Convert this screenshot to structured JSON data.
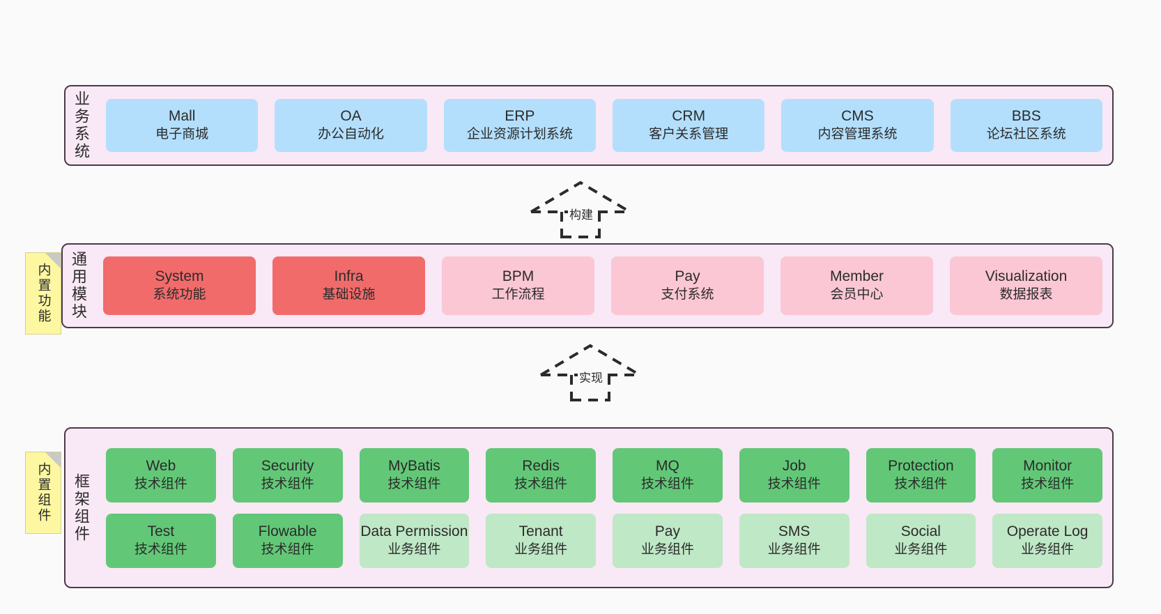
{
  "diagram": {
    "background": "#fafafa",
    "colors": {
      "layer_bg": "#f9e8f5",
      "layer_border": "#4a3a46",
      "business_box": "#b3dffc",
      "module_active": "#f26b6b",
      "module_plain": "#fbc7d4",
      "tech_component": "#62c877",
      "biz_component": "#bfe8c6",
      "note_bg": "#fcf7a0",
      "note_fold": "#c9c9c9"
    }
  },
  "layers": {
    "business": {
      "title": "业务系统",
      "items": [
        {
          "en": "Mall",
          "cn": "电子商城"
        },
        {
          "en": "OA",
          "cn": "办公自动化"
        },
        {
          "en": "ERP",
          "cn": "企业资源计划系统"
        },
        {
          "en": "CRM",
          "cn": "客户关系管理"
        },
        {
          "en": "CMS",
          "cn": "内容管理系统"
        },
        {
          "en": "BBS",
          "cn": "论坛社区系统"
        }
      ]
    },
    "common": {
      "title": "通用模块",
      "note": "内置功能",
      "items": [
        {
          "en": "System",
          "cn": "系统功能",
          "variant": "c-red"
        },
        {
          "en": "Infra",
          "cn": "基础设施",
          "variant": "c-red"
        },
        {
          "en": "BPM",
          "cn": "工作流程",
          "variant": "c-pink"
        },
        {
          "en": "Pay",
          "cn": "支付系统",
          "variant": "c-pink"
        },
        {
          "en": "Member",
          "cn": "会员中心",
          "variant": "c-pink"
        },
        {
          "en": "Visualization",
          "cn": "数据报表",
          "variant": "c-pink"
        }
      ]
    },
    "framework": {
      "title": "框架组件",
      "note": "内置组件",
      "row1": [
        {
          "en": "Web",
          "cn": "技术组件",
          "variant": "c-green"
        },
        {
          "en": "Security",
          "cn": "技术组件",
          "variant": "c-green"
        },
        {
          "en": "MyBatis",
          "cn": "技术组件",
          "variant": "c-green"
        },
        {
          "en": "Redis",
          "cn": "技术组件",
          "variant": "c-green"
        },
        {
          "en": "MQ",
          "cn": "技术组件",
          "variant": "c-green"
        },
        {
          "en": "Job",
          "cn": "技术组件",
          "variant": "c-green"
        },
        {
          "en": "Protection",
          "cn": "技术组件",
          "variant": "c-green"
        },
        {
          "en": "Monitor",
          "cn": "技术组件",
          "variant": "c-green"
        }
      ],
      "row2": [
        {
          "en": "Test",
          "cn": "技术组件",
          "variant": "c-green"
        },
        {
          "en": "Flowable",
          "cn": "技术组件",
          "variant": "c-green"
        },
        {
          "en": "Data Permission",
          "cn": "业务组件",
          "variant": "c-lightgrn"
        },
        {
          "en": "Tenant",
          "cn": "业务组件",
          "variant": "c-lightgrn"
        },
        {
          "en": "Pay",
          "cn": "业务组件",
          "variant": "c-lightgrn"
        },
        {
          "en": "SMS",
          "cn": "业务组件",
          "variant": "c-lightgrn"
        },
        {
          "en": "Social",
          "cn": "业务组件",
          "variant": "c-lightgrn"
        },
        {
          "en": "Operate Log",
          "cn": "业务组件",
          "variant": "c-lightgrn"
        }
      ]
    }
  },
  "arrows": [
    {
      "label": "构建"
    },
    {
      "label": "实现"
    }
  ]
}
